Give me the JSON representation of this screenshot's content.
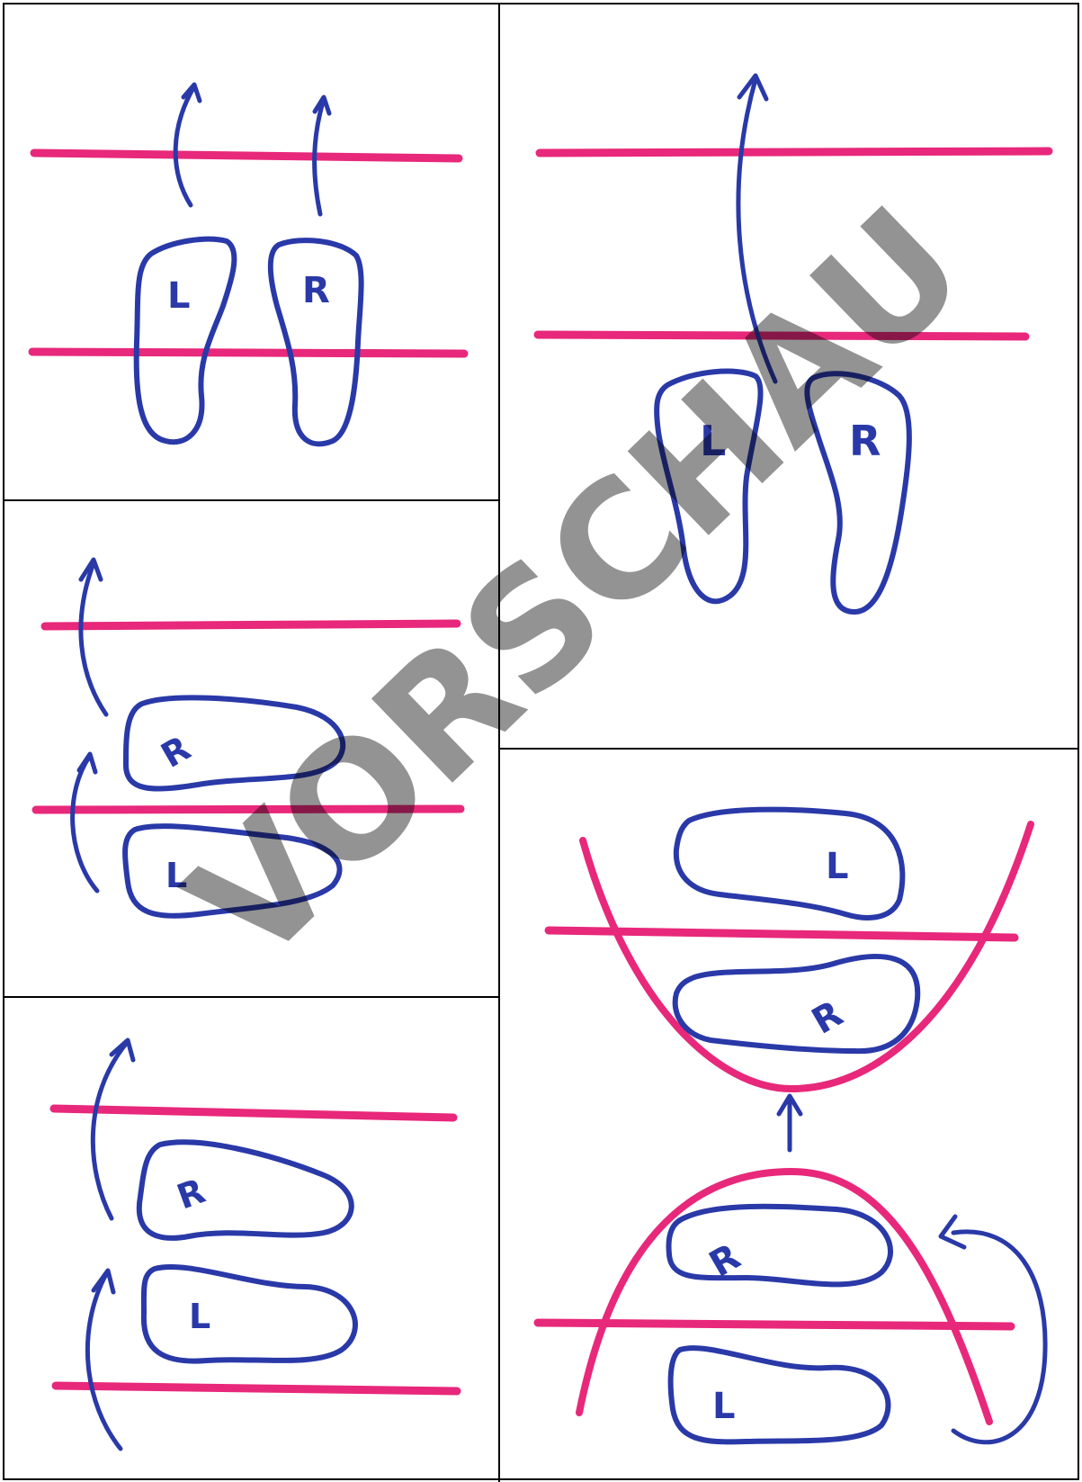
{
  "colors": {
    "line": "#e8287a",
    "ink": "#2a39a8",
    "frame": "#000000",
    "watermark": "#555555"
  },
  "labels": {
    "left": "L",
    "right": "R"
  },
  "watermark": "VORSCHAU"
}
